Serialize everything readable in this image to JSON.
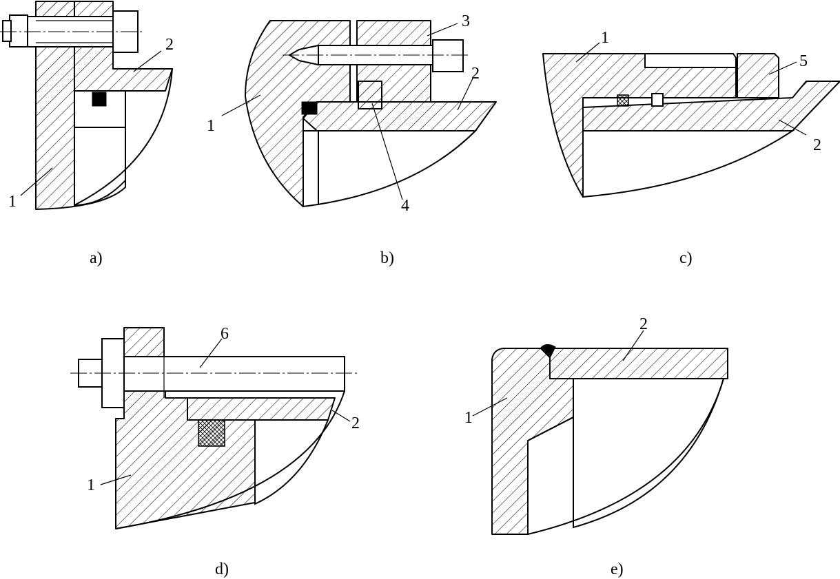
{
  "figure": {
    "panels": [
      {
        "id": "a",
        "caption": "a)",
        "part_numbers": [
          "2",
          "1"
        ]
      },
      {
        "id": "b",
        "caption": "b)",
        "part_numbers": [
          "3",
          "2",
          "1",
          "4"
        ]
      },
      {
        "id": "c",
        "caption": "c)",
        "part_numbers": [
          "1",
          "5",
          "2"
        ]
      },
      {
        "id": "d",
        "caption": "d)",
        "part_numbers": [
          "6",
          "2",
          "1"
        ]
      },
      {
        "id": "e",
        "caption": "e)",
        "part_numbers": [
          "2",
          "1"
        ]
      }
    ]
  },
  "colors": {
    "line": "#000000",
    "background": "#ffffff"
  }
}
